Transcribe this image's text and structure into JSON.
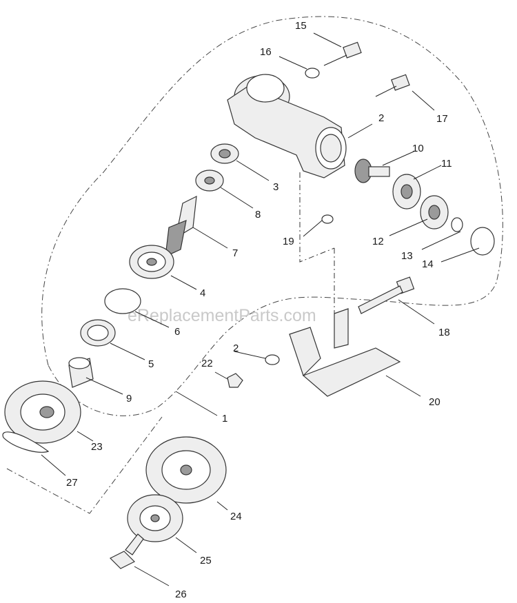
{
  "watermark": "eReplacementParts.com",
  "callouts": {
    "p1": "1",
    "p2a": "2",
    "p2b": "2",
    "p3": "3",
    "p4": "4",
    "p5": "5",
    "p6": "6",
    "p7": "7",
    "p8": "8",
    "p9": "9",
    "p10": "10",
    "p11": "11",
    "p12": "12",
    "p13": "13",
    "p14": "14",
    "p15": "15",
    "p16": "16",
    "p17": "17",
    "p18": "18",
    "p19": "19",
    "p20": "20",
    "p22": "22",
    "p23": "23",
    "p24": "24",
    "p25": "25",
    "p26": "26",
    "p27": "27"
  }
}
